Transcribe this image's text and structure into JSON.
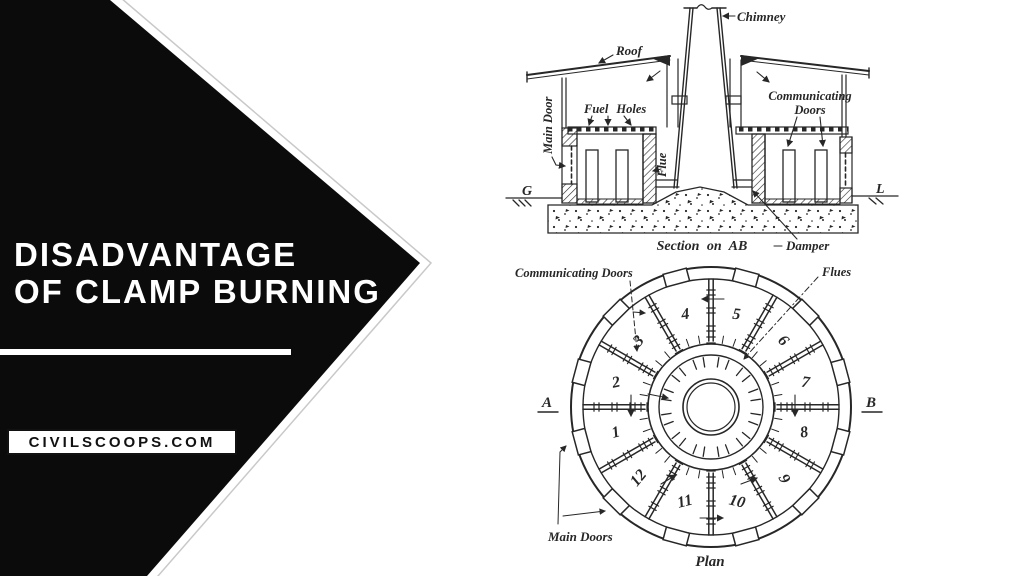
{
  "colors": {
    "ink": "#272727",
    "banner_bg": "#0b0b0b",
    "banner_text": "#ffffff",
    "banner_outline": "#c9c9c9"
  },
  "left_panel": {
    "title_line1": "DISADVANTAGE",
    "title_line2": "OF CLAMP BURNING",
    "website": "CIVILSCOOPS.COM"
  },
  "diagram": {
    "section": {
      "caption": "Section on AB",
      "labels": {
        "chimney": "Chimney",
        "roof": "Roof",
        "fuel_holes": "Fuel Holes",
        "communicating_line1": "Communicating",
        "communicating_line2": "Doors",
        "main_door": "Main Door",
        "flue": "Flue",
        "damper": "Damper",
        "ground_left": "G",
        "ground_right": "L"
      }
    },
    "plan": {
      "caption": "Plan",
      "labels": {
        "communicating_doors": "Communicating Doors",
        "flues": "Flues",
        "main_doors": "Main Doors",
        "axis_left": "A",
        "axis_right": "B"
      },
      "chambers": [
        "1",
        "2",
        "3",
        "4",
        "5",
        "6",
        "7",
        "8",
        "9",
        "10",
        "11",
        "12"
      ]
    }
  }
}
